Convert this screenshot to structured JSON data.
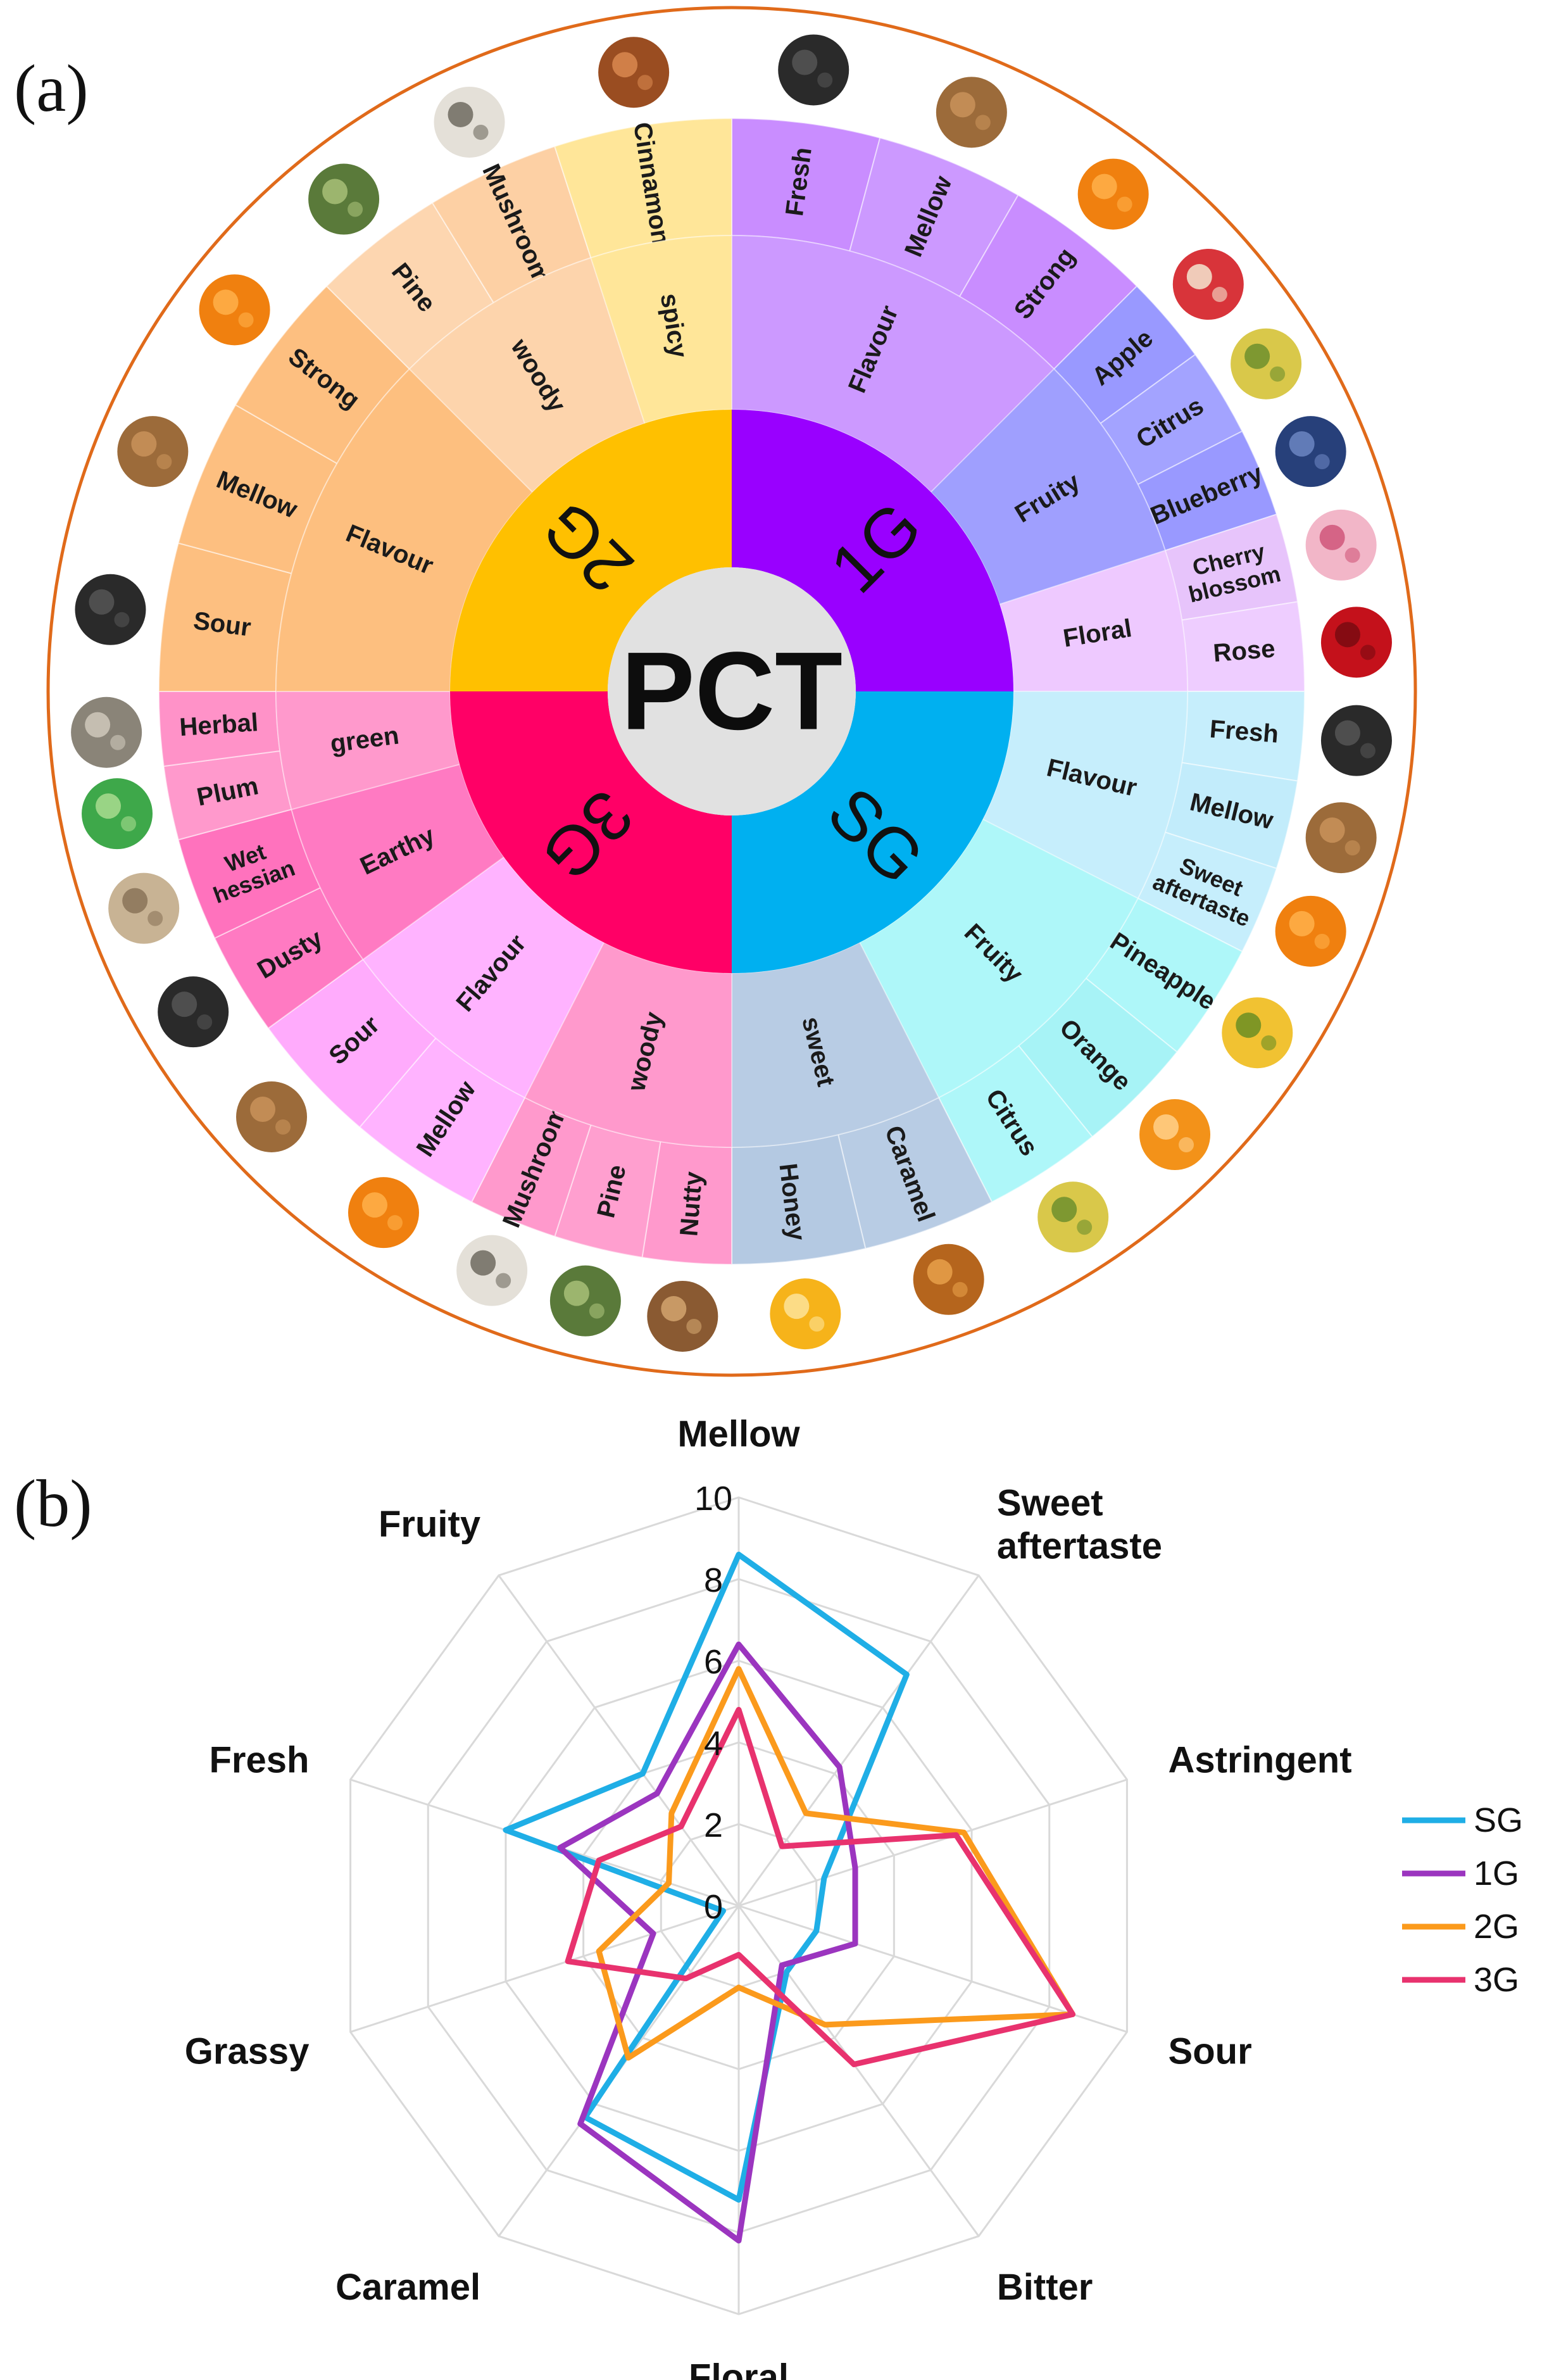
{
  "panel_labels": {
    "a": "(a)",
    "b": "(b)"
  },
  "wheel": {
    "center": "PCT",
    "groups": [
      {
        "name": "1G",
        "color": "#9900ff",
        "from": 0,
        "to": 90,
        "categories": [
          {
            "name": "Flavour",
            "from": 0,
            "to": 45,
            "color": "#cc99ff",
            "leaves": [
              {
                "name": "Fresh",
                "color": "#c98dff",
                "icon": "black-tea-icon"
              },
              {
                "name": "Mellow",
                "color": "#cc99ff",
                "icon": "dried-tea-icon"
              },
              {
                "name": "Strong",
                "color": "#c98dff",
                "icon": "tea-liquor-icon"
              }
            ]
          },
          {
            "name": "Fruity",
            "from": 45,
            "to": 72,
            "color": "#9f9ffe",
            "leaves": [
              {
                "name": "Apple",
                "color": "#9999ff",
                "icon": "apple-icon"
              },
              {
                "name": "Citrus",
                "color": "#a3a3ff",
                "icon": "citrus-icon"
              },
              {
                "name": "Blueberry",
                "color": "#9999ff",
                "icon": "blueberry-icon"
              }
            ]
          },
          {
            "name": "Floral",
            "from": 72,
            "to": 90,
            "color": "#eec9ff",
            "leaves": [
              {
                "name": "Cherry blossom",
                "color": "#e7c4fb",
                "icon": "cherry-blossom-icon"
              },
              {
                "name": "Rose",
                "color": "#eecdff",
                "icon": "rose-icon"
              }
            ]
          }
        ]
      },
      {
        "name": "SG",
        "color": "#00b0f0",
        "from": 90,
        "to": 180,
        "categories": [
          {
            "name": "Flavour",
            "from": 90,
            "to": 117,
            "color": "#c6eefc",
            "leaves": [
              {
                "name": "Fresh",
                "color": "#c6eefc",
                "icon": "black-tea-icon"
              },
              {
                "name": "Mellow",
                "color": "#c2ecfb",
                "icon": "dried-tea-icon"
              },
              {
                "name": "Sweet aftertaste",
                "color": "#c6eefc",
                "icon": "tea-liquor-icon"
              }
            ]
          },
          {
            "name": "Fruity",
            "from": 117,
            "to": 153,
            "color": "#aef7f9",
            "leaves": [
              {
                "name": "Pineapple",
                "color": "#aef7f9",
                "icon": "pineapple-icon"
              },
              {
                "name": "Orange",
                "color": "#a7f3f6",
                "icon": "orange-icon"
              },
              {
                "name": "Citrus",
                "color": "#aef7f9",
                "icon": "citrus-icon"
              }
            ]
          },
          {
            "name": "sweet",
            "from": 153,
            "to": 180,
            "color": "#b8cce4",
            "leaves": [
              {
                "name": "Caramel",
                "color": "#b8cce4",
                "icon": "caramel-icon"
              },
              {
                "name": "Honey",
                "color": "#b4c9e2",
                "icon": "honey-icon"
              }
            ]
          }
        ]
      },
      {
        "name": "3G",
        "color": "#ff0066",
        "from": 180,
        "to": 270,
        "categories": [
          {
            "name": "woody",
            "from": 180,
            "to": 207,
            "color": "#ff99cc",
            "leaves": [
              {
                "name": "Nutty",
                "color": "#ff99cc",
                "icon": "nuts-icon"
              },
              {
                "name": "Pine",
                "color": "#ff9fcf",
                "icon": "pine-icon"
              },
              {
                "name": "Mushroom",
                "color": "#ff99cc",
                "icon": "mushroom-icon"
              }
            ]
          },
          {
            "name": "Flavour",
            "from": 207,
            "to": 234,
            "color": "#ffb3ff",
            "leaves": [
              {
                "name": "Mellow",
                "color": "#ffb3ff",
                "icon": "tea-liquor-icon"
              },
              {
                "name": "Sour",
                "color": "#ffabfc",
                "icon": "dried-tea-icon"
              }
            ]
          },
          {
            "name": "Earthy",
            "from": 234,
            "to": 255,
            "color": "#ff7ac2",
            "leaves": [
              {
                "name": "Dusty",
                "color": "#ff7ac2",
                "icon": "black-tea-icon"
              },
              {
                "name": "Wet hessian",
                "color": "#ff72bd",
                "icon": "mushroom-cluster-icon"
              }
            ]
          },
          {
            "name": "green",
            "from": 255,
            "to": 270,
            "color": "#ff99cc",
            "leaves": [
              {
                "name": "Plum",
                "color": "#ff99cc",
                "icon": "mint-leaf-icon"
              },
              {
                "name": "Herbal",
                "color": "#ff92c8",
                "icon": "herbal-icon"
              }
            ]
          }
        ]
      },
      {
        "name": "2G",
        "color": "#ffc000",
        "from": 270,
        "to": 360,
        "categories": [
          {
            "name": "Flavour",
            "from": 270,
            "to": 315,
            "color": "#fdbf7f",
            "leaves": [
              {
                "name": "Sour",
                "color": "#fdbf80",
                "icon": "black-tea-icon"
              },
              {
                "name": "Mellow",
                "color": "#fdbf80",
                "icon": "dried-tea-icon"
              },
              {
                "name": "Strong",
                "color": "#fdbf80",
                "icon": "tea-liquor-icon"
              }
            ]
          },
          {
            "name": "woody",
            "from": 315,
            "to": 342,
            "color": "#fdd4ac",
            "leaves": [
              {
                "name": "Pine",
                "color": "#fdd6b0",
                "icon": "pine-icon"
              },
              {
                "name": "Mushroom",
                "color": "#fdd0a4",
                "icon": "mushroom-icon"
              }
            ]
          },
          {
            "name": "spicy",
            "from": 342,
            "to": 360,
            "color": "#ffe699",
            "leaves": [
              {
                "name": "Cinnamon",
                "color": "#ffe699",
                "icon": "cinnamon-icon"
              }
            ]
          }
        ]
      }
    ]
  },
  "chart_data": {
    "type": "radar",
    "axes": [
      "Mellow",
      "Sweet aftertaste",
      "Astringent",
      "Sour",
      "Bitter",
      "Floral",
      "Caramel",
      "Grassy",
      "Fresh",
      "Fruity"
    ],
    "rlim": [
      0,
      10
    ],
    "ticks": [
      "0",
      "2",
      "4",
      "6",
      "8",
      "10"
    ],
    "grid": true,
    "legend_position": "right",
    "series": [
      {
        "name": "SG",
        "color": "#1faee6",
        "values": [
          8.6,
          7.0,
          2.2,
          2.0,
          2.0,
          7.2,
          6.4,
          0.4,
          6.0,
          4.0
        ]
      },
      {
        "name": "1G",
        "color": "#9b35bf",
        "values": [
          6.4,
          4.2,
          3.0,
          3.0,
          1.8,
          8.2,
          6.6,
          2.2,
          4.6,
          3.4
        ]
      },
      {
        "name": "2G",
        "color": "#fb9a1c",
        "values": [
          5.8,
          2.8,
          5.8,
          8.6,
          3.6,
          2.0,
          4.6,
          3.6,
          1.8,
          2.8
        ]
      },
      {
        "name": "3G",
        "color": "#e8326e",
        "values": [
          4.8,
          1.8,
          5.6,
          8.6,
          4.8,
          1.2,
          2.2,
          4.4,
          3.6,
          2.4
        ]
      }
    ]
  }
}
